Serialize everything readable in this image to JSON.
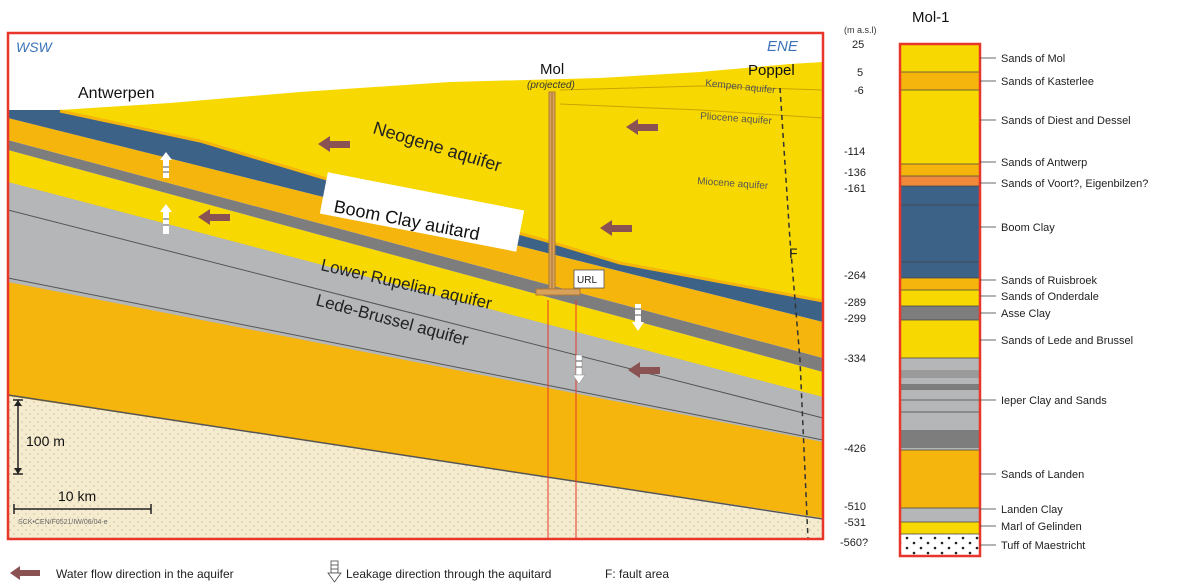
{
  "cross_section": {
    "dir_left": "WSW",
    "dir_right": "ENE",
    "cities": [
      "Antwerpen",
      "Mol",
      "Poppel"
    ],
    "mol_note": "(projected)",
    "units": [
      "Neogene aquifer",
      "Boom Clay auitard",
      "Lower Rupelian aquifer",
      "Lede-Brussel aquifer",
      "Kempen aquifer",
      "Pliocene aquifer",
      "Miocene aquifer"
    ],
    "url_label": "URL",
    "fault_label": "F",
    "scale_vertical": "100 m",
    "scale_horizontal": "10 km",
    "reference": "SCK•CEN/F0521/IW/06/04-e"
  },
  "column": {
    "title": "Mol-1",
    "unit_label": "(m a.s.l)",
    "depths": [
      "25",
      "5",
      "-6",
      "-114",
      "-136",
      "-161",
      "-264",
      "-289",
      "-299",
      "-334",
      "-426",
      "-510",
      "-531",
      "-560?"
    ],
    "formations": [
      "Sands of Mol",
      "Sands of Kasterlee",
      "Sands of Diest and Dessel",
      "Sands of Antwerp",
      "Sands of Voort?, Eigenbilzen?",
      "Boom Clay",
      "Sands of Ruisbroek",
      "Sands of Onderdale",
      "Asse Clay",
      "Sands of Lede and Brussel",
      "Ieper Clay and Sands",
      "Sands of Landen",
      "Landen Clay",
      "Marl of Gelinden",
      "Tuff of Maestricht"
    ]
  },
  "legend": {
    "flow": "Water flow direction in the aquifer",
    "leak": "Leakage direction through the aquitard",
    "fault": "F: fault area"
  },
  "colors": {
    "frame": "#e8372a",
    "yellow": "#f7d800",
    "orange": "#f5b50c",
    "clay_blue": "#3c6287",
    "grey": "#b4b6b8",
    "dark_grey": "#7d7d7d",
    "tuff": "#f5ecd0",
    "arrow": "#8a5252",
    "direction_text": "#3a73b8"
  }
}
